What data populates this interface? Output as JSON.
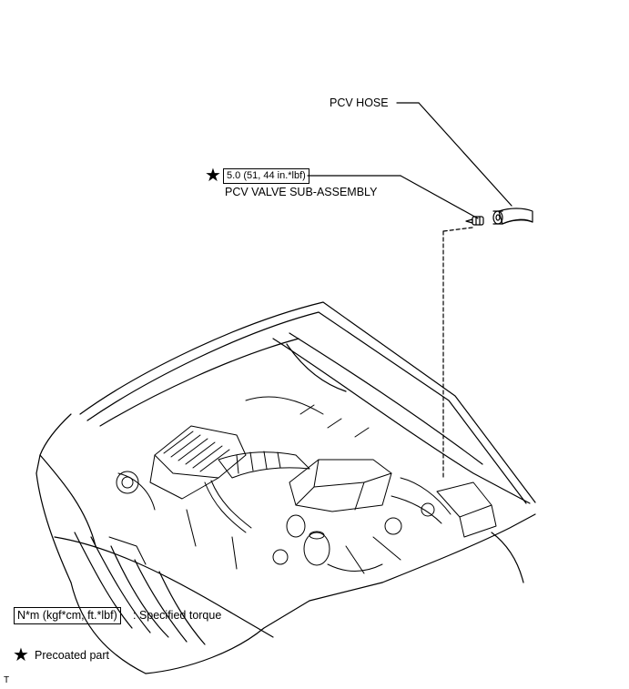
{
  "callouts": {
    "pcv_hose": "PCV HOSE",
    "torque_value": "5.0 (51, 44 in.*lbf)",
    "pcv_valve": "PCV VALVE SUB-ASSEMBLY"
  },
  "legend": {
    "torque_unit": "N*m (kgf*cm, ft.*lbf)",
    "torque_desc": ": Specified torque",
    "precoated_desc": "Precoated part"
  },
  "footer": {
    "code": "T"
  },
  "icons": {
    "precoat_symbol": "black-star",
    "star_char": "★"
  },
  "colors": {
    "line": "#000000",
    "background": "#ffffff"
  }
}
